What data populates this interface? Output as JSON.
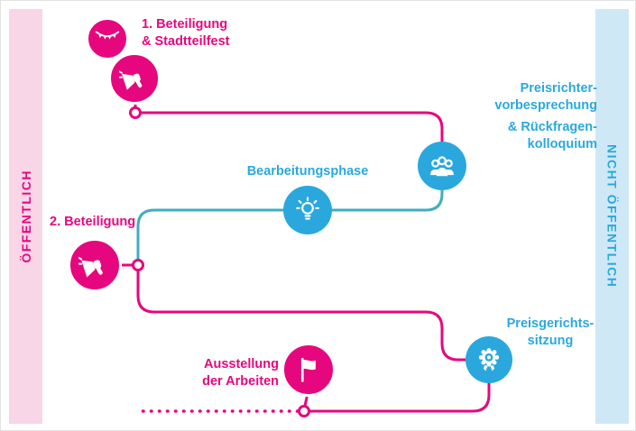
{
  "bands": {
    "left": {
      "label": "ÖFFENTLICH"
    },
    "right": {
      "label": "NICHT ÖFFENTLICH"
    }
  },
  "colors": {
    "pink": "#e6077e",
    "pink_band_bg": "#f8d6e8",
    "blue": "#2aa8de",
    "blue_band_bg": "#cfe8f6",
    "teal_connector": "#3fadbf"
  },
  "nodes": {
    "beteiligung1": {
      "icons": [
        "garland-icon",
        "megaphone-icon"
      ],
      "lines": [
        "1. Beteiligung",
        "& Stadtteilfest"
      ]
    },
    "preisrichter": {
      "icon": "people-icon",
      "lines": [
        "Preisrichter-",
        "vorbesprechung",
        "& Rückfragen-",
        "kolloquium"
      ]
    },
    "bearbeitungsphase": {
      "icon": "lightbulb-icon",
      "lines": [
        "Bearbeitungsphase"
      ]
    },
    "beteiligung2": {
      "icon": "megaphone-icon",
      "lines": [
        "2. Beteiligung"
      ]
    },
    "preisgericht": {
      "icon": "award-icon",
      "lines": [
        "Preisgerichts-",
        "sitzung"
      ]
    },
    "ausstellung": {
      "icon": "flag-icon",
      "lines": [
        "Ausstellung",
        "der Arbeiten"
      ]
    }
  }
}
